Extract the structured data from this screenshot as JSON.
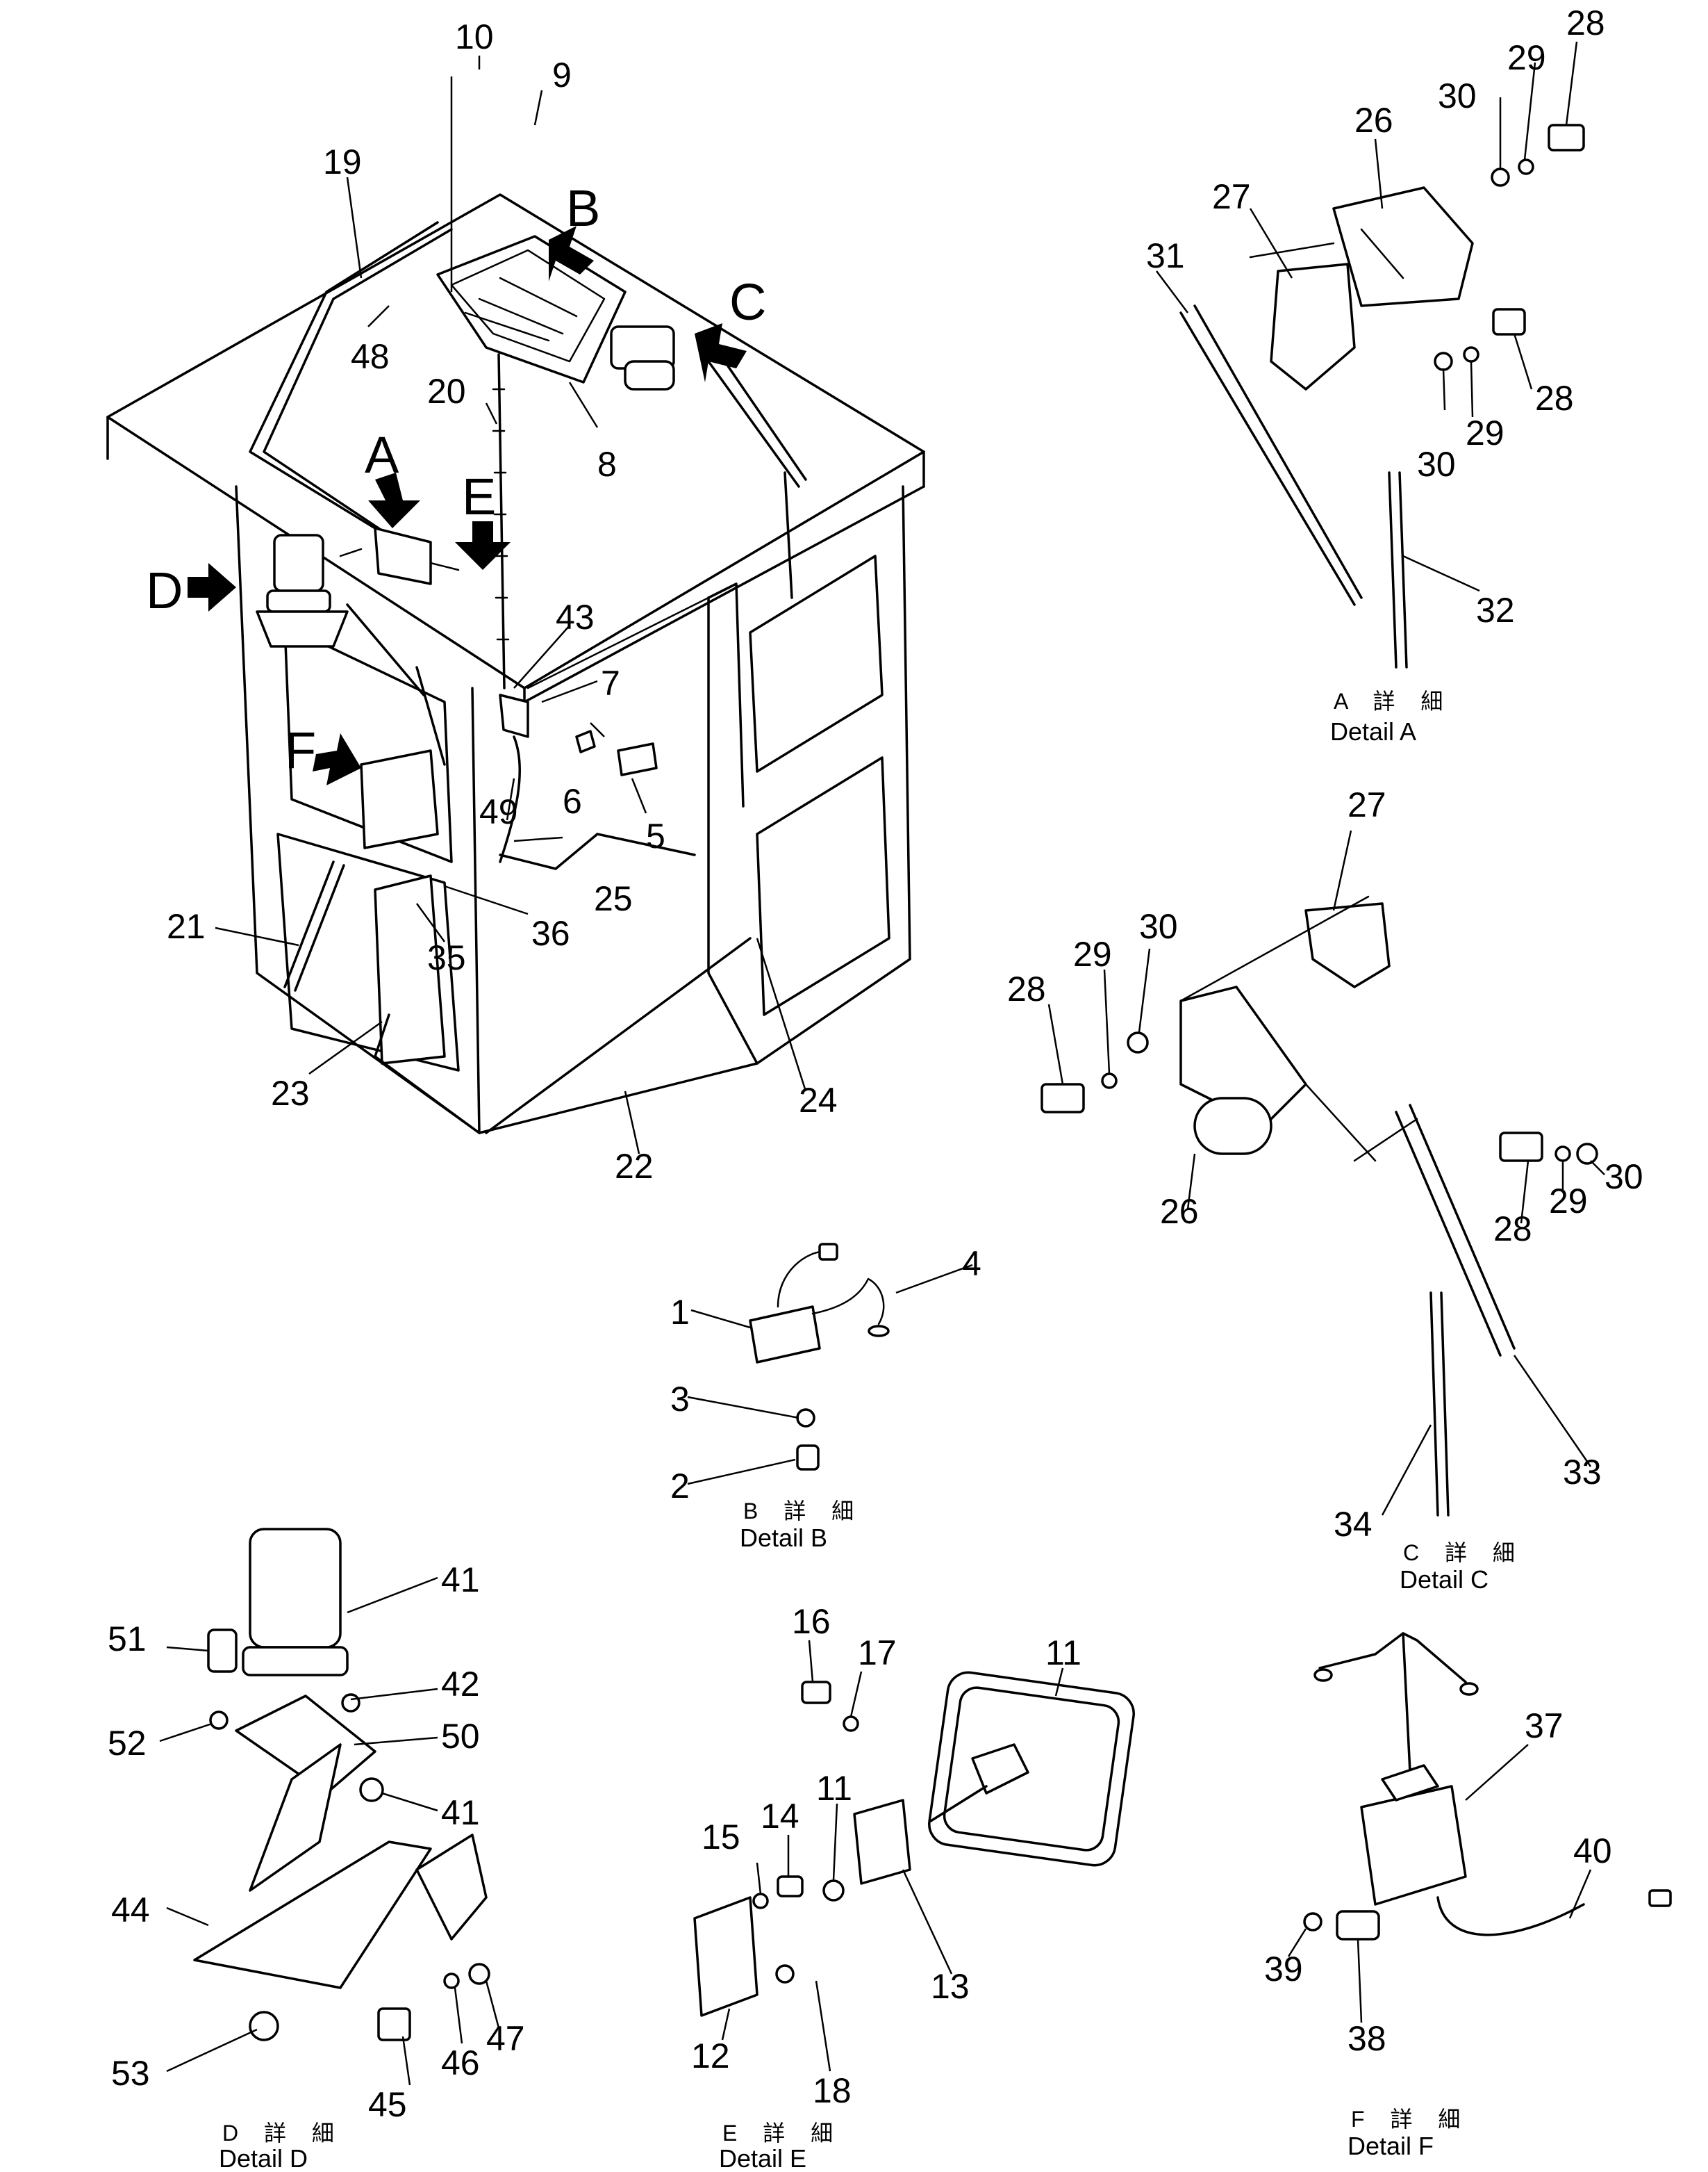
{
  "labels": {
    "l10": "10",
    "l9": "9",
    "l19": "19",
    "lB": "B",
    "lC": "C",
    "l48": "48",
    "l20": "20",
    "l8": "8",
    "lA": "A",
    "lE": "E",
    "lD": "D",
    "l43": "43",
    "l7": "7",
    "lF": "F",
    "l6": "6",
    "l5": "5",
    "l49": "49",
    "l25": "25",
    "l36": "36",
    "l35": "35",
    "l21": "21",
    "l23": "23",
    "l22": "22",
    "l24": "24",
    "a28": "28",
    "a29": "29",
    "a30": "30",
    "a26": "26",
    "a27": "27",
    "a31": "31",
    "a28b": "28",
    "a29b": "29",
    "a30b": "30",
    "a32": "32",
    "c27": "27",
    "c30": "30",
    "c29": "29",
    "c28": "28",
    "c26": "26",
    "c28b": "28",
    "c29b": "29",
    "c30b": "30",
    "c33": "33",
    "c34": "34",
    "b1": "1",
    "b4": "4",
    "b3": "3",
    "b2": "2",
    "d41": "41",
    "d51": "51",
    "d42": "42",
    "d52": "52",
    "d50": "50",
    "d41b": "41",
    "d44": "44",
    "d53": "53",
    "d45": "45",
    "d46": "46",
    "d47": "47",
    "e16": "16",
    "e17": "17",
    "e11": "11",
    "e15": "15",
    "e14": "14",
    "e11b": "11",
    "e12": "12",
    "e13": "13",
    "e18": "18",
    "f37": "37",
    "f40": "40",
    "f39": "39",
    "f38": "38"
  },
  "captions": {
    "detail_a": {
      "jp": "A 詳 細",
      "en": "Detail  A"
    },
    "detail_b": {
      "jp": "B 詳 細",
      "en": "Detail  B"
    },
    "detail_c": {
      "jp": "C 詳 細",
      "en": "Detail  C"
    },
    "detail_d": {
      "jp": "D 詳 細",
      "en": "Detail  D"
    },
    "detail_e": {
      "jp": "E 詳 細",
      "en": "Detail  E"
    },
    "detail_f": {
      "jp": "F 詳 細",
      "en": "Detail  F"
    }
  }
}
